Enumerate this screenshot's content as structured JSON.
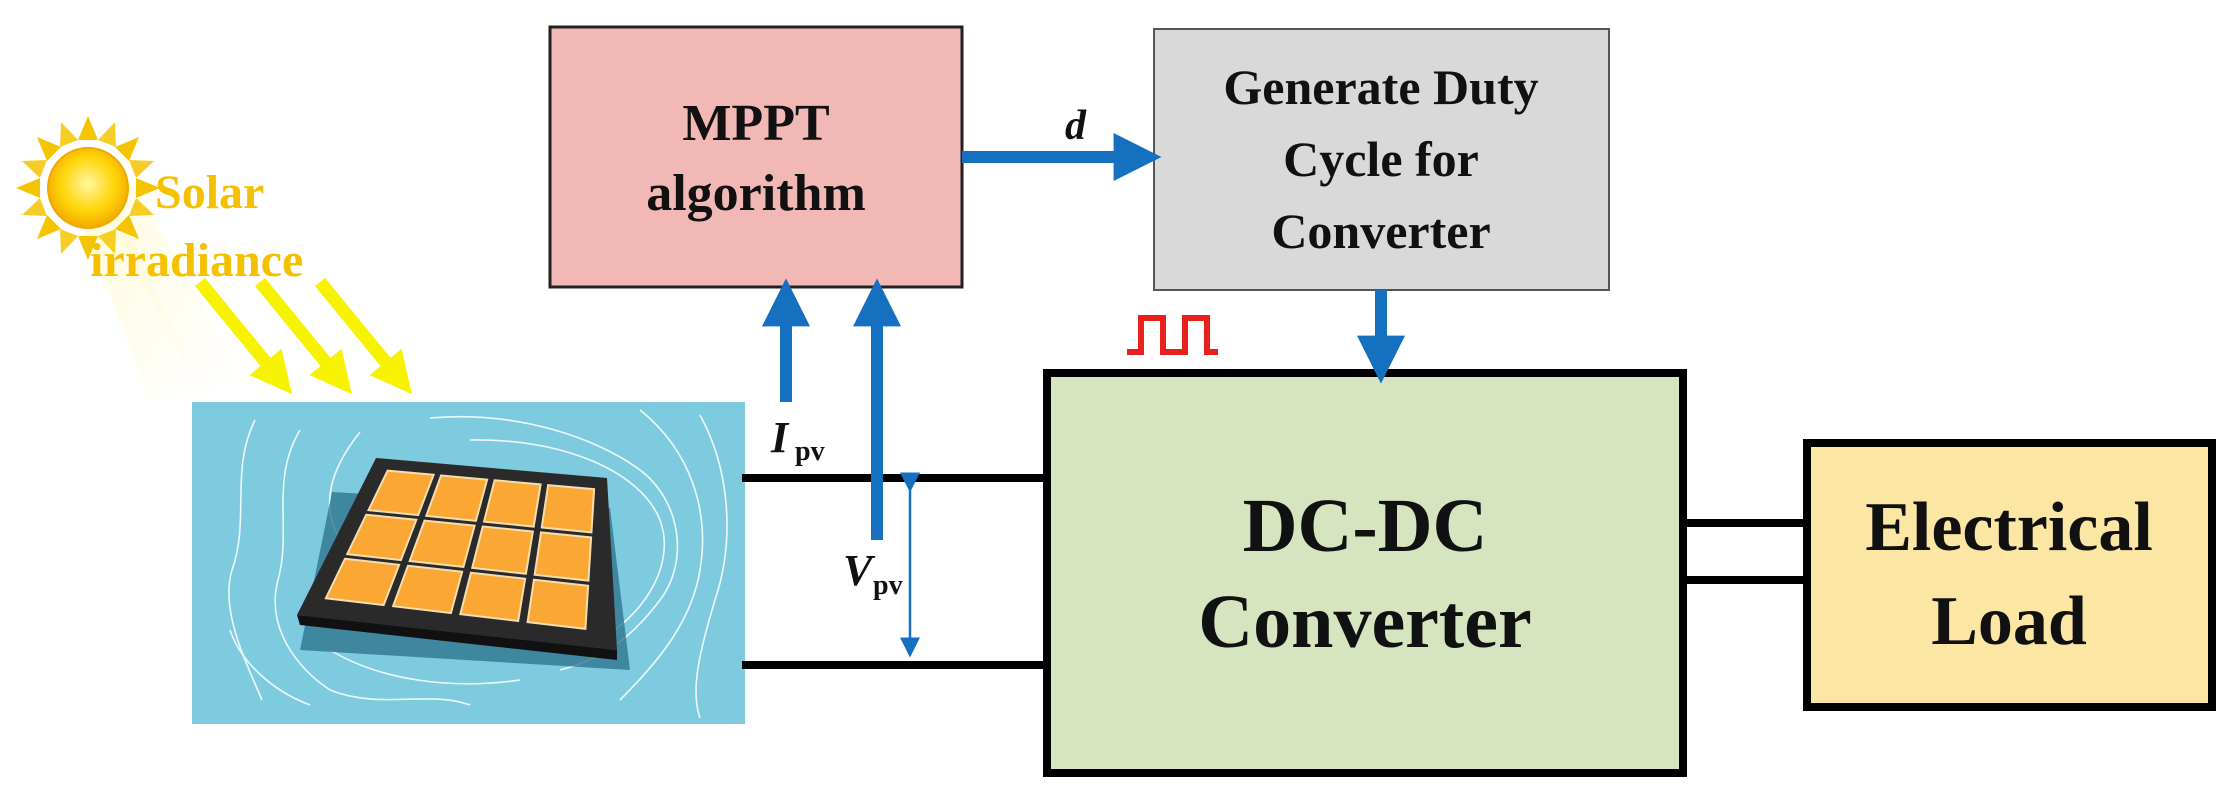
{
  "colors": {
    "mppt_fill": "#F2B8B5",
    "duty_fill": "#D9D9D9",
    "converter_fill": "#D6E4BF",
    "load_fill": "#FCE6A3",
    "signal_arrow": "#1570C0",
    "pwm_pulse": "#E8221B",
    "sunlight": "#F7F200",
    "solar_text": "#F5C000",
    "water": "#7ECBE0",
    "panel_cell": "#FBA733",
    "panel_frame": "#2A2A2A"
  },
  "icons": {
    "sun": "sun-icon",
    "panel": "floating-solar-panel-icon",
    "pulse": "pwm-pulse-icon"
  },
  "mppt_box": {
    "line1": "MPPT",
    "line2": "algorithm"
  },
  "duty_box": {
    "line1": "Generate Duty",
    "line2": "Cycle for",
    "line3": "Converter"
  },
  "converter_box": {
    "line1": "DC-DC",
    "line2": "Converter"
  },
  "load_box": {
    "line1": "Electrical",
    "line2": "Load"
  },
  "solar_label": {
    "line1": "Solar",
    "line2": "irradiance"
  },
  "signals": {
    "duty": "d",
    "current_main": "I",
    "current_sub": "pv",
    "voltage_main": "V",
    "voltage_sub": "pv"
  }
}
